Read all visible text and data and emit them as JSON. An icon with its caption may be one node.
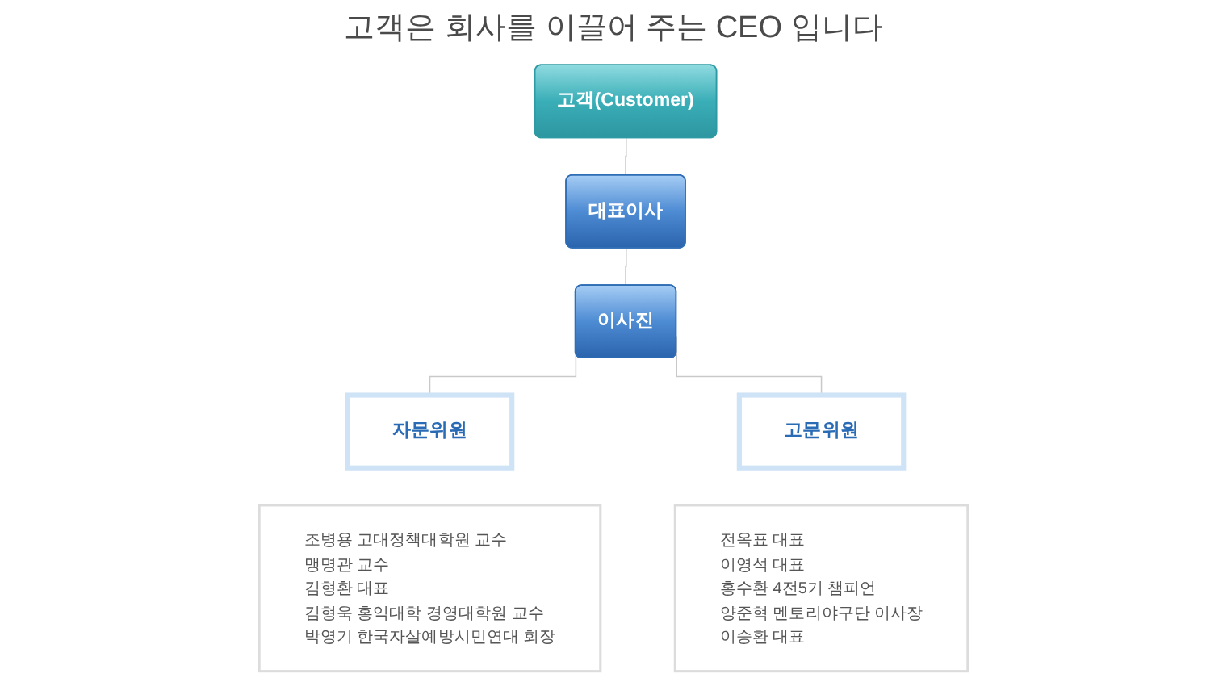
{
  "diagram": {
    "title": "고객은 회사를 이끌어 주는 CEO 입니다",
    "nodes": [
      {
        "text": [
          "고객(Customer)"
        ]
      },
      {
        "text": [
          "대표이사"
        ]
      },
      {
        "text": [
          "이사진"
        ]
      },
      {
        "text": [
          "자문위원"
        ]
      },
      {
        "text": [
          "고문위원"
        ]
      },
      {
        "text": [
          "조병용 고대정책대학원 교수",
          "맹명관 교수",
          "김형환 대표",
          "김형욱 홍익대학 경영대학원 교수",
          "박영기 한국자살예방시민연대 회장"
        ]
      },
      {
        "text": [
          "전옥표 대표",
          "이영석 대표",
          "홍수환 4전5기 챔피언",
          "양준혁 멘토리야구단 이사장",
          "이승환 대표"
        ]
      }
    ],
    "edges": [
      {
        "from": 0,
        "to": 1,
        "arrow": "none"
      },
      {
        "from": 1,
        "to": 2,
        "arrow": "none"
      },
      {
        "from": 2,
        "to": 3,
        "arrow": "none"
      },
      {
        "from": 2,
        "to": 4,
        "arrow": "none"
      }
    ]
  }
}
